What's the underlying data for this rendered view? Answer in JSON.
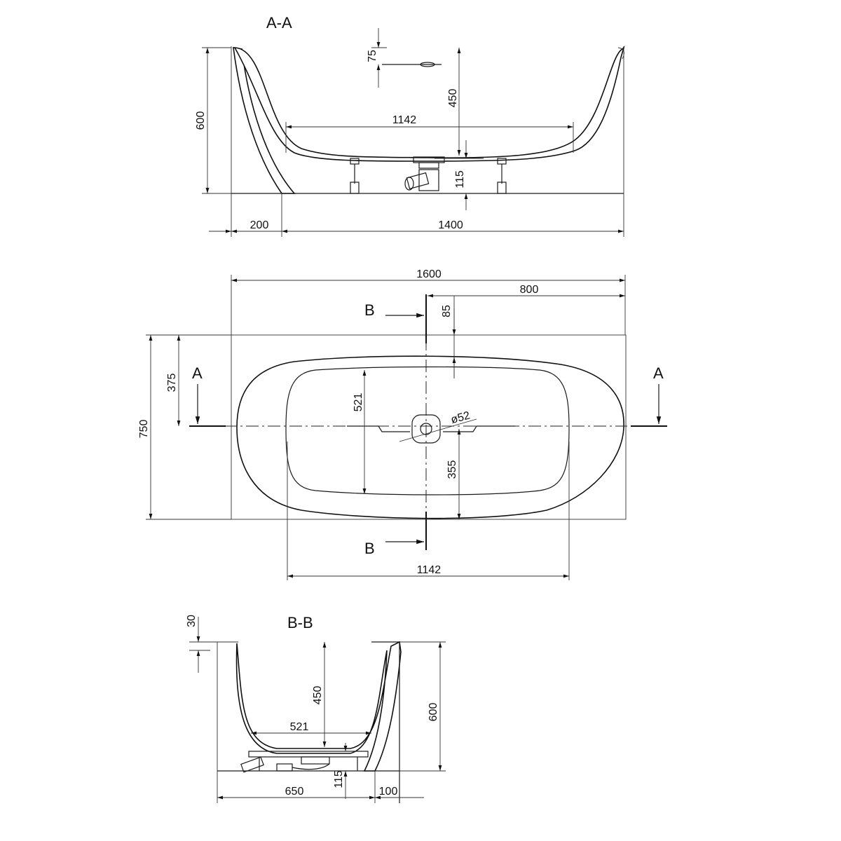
{
  "section_aa": {
    "title": "A-A",
    "dims": {
      "height": "600",
      "rim_to_overflow": "75",
      "depth": "450",
      "inner_length": "1142",
      "drain_height": "115",
      "offset": "200",
      "length": "1400"
    }
  },
  "plan": {
    "dims": {
      "total_length": "1600",
      "half_length": "800",
      "b_offset": "85",
      "a_offset": "375",
      "width": "750",
      "inner_width": "521",
      "drain_diameter": "ø52",
      "drain_offset": "355",
      "inner_length": "1142"
    },
    "section_labels": {
      "b_top": "B",
      "b_bottom": "B",
      "a_left": "A",
      "a_right": "A"
    }
  },
  "section_bb": {
    "title": "B-B",
    "dims": {
      "rim": "30",
      "depth": "450",
      "height": "600",
      "inner_width": "521",
      "drain_height": "115",
      "width": "650",
      "offset": "100"
    }
  }
}
